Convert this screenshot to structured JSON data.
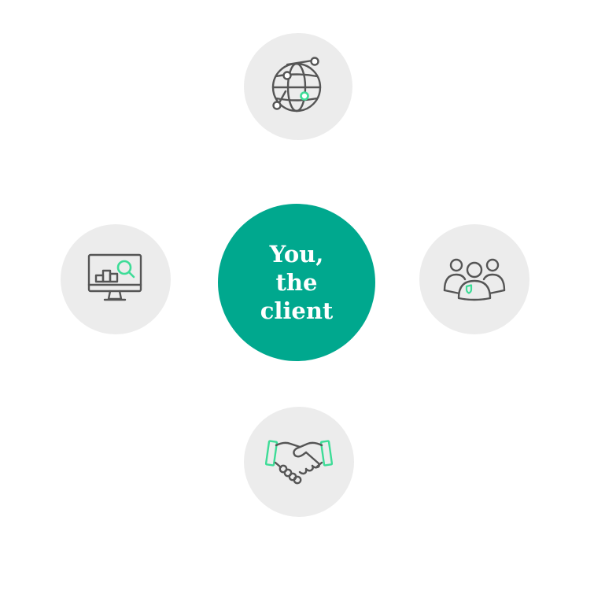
{
  "center": {
    "lines": [
      "You,",
      "the",
      "client"
    ]
  },
  "nodes": {
    "top": {
      "icon": "globe-network-icon"
    },
    "left": {
      "icon": "monitor-analytics-icon"
    },
    "right": {
      "icon": "team-people-icon"
    },
    "bottom": {
      "icon": "handshake-icon"
    }
  },
  "colors": {
    "accent": "#00a88e",
    "icon_highlight": "#3ddc97",
    "icon_stroke": "#555555",
    "node_background": "#ececec"
  }
}
